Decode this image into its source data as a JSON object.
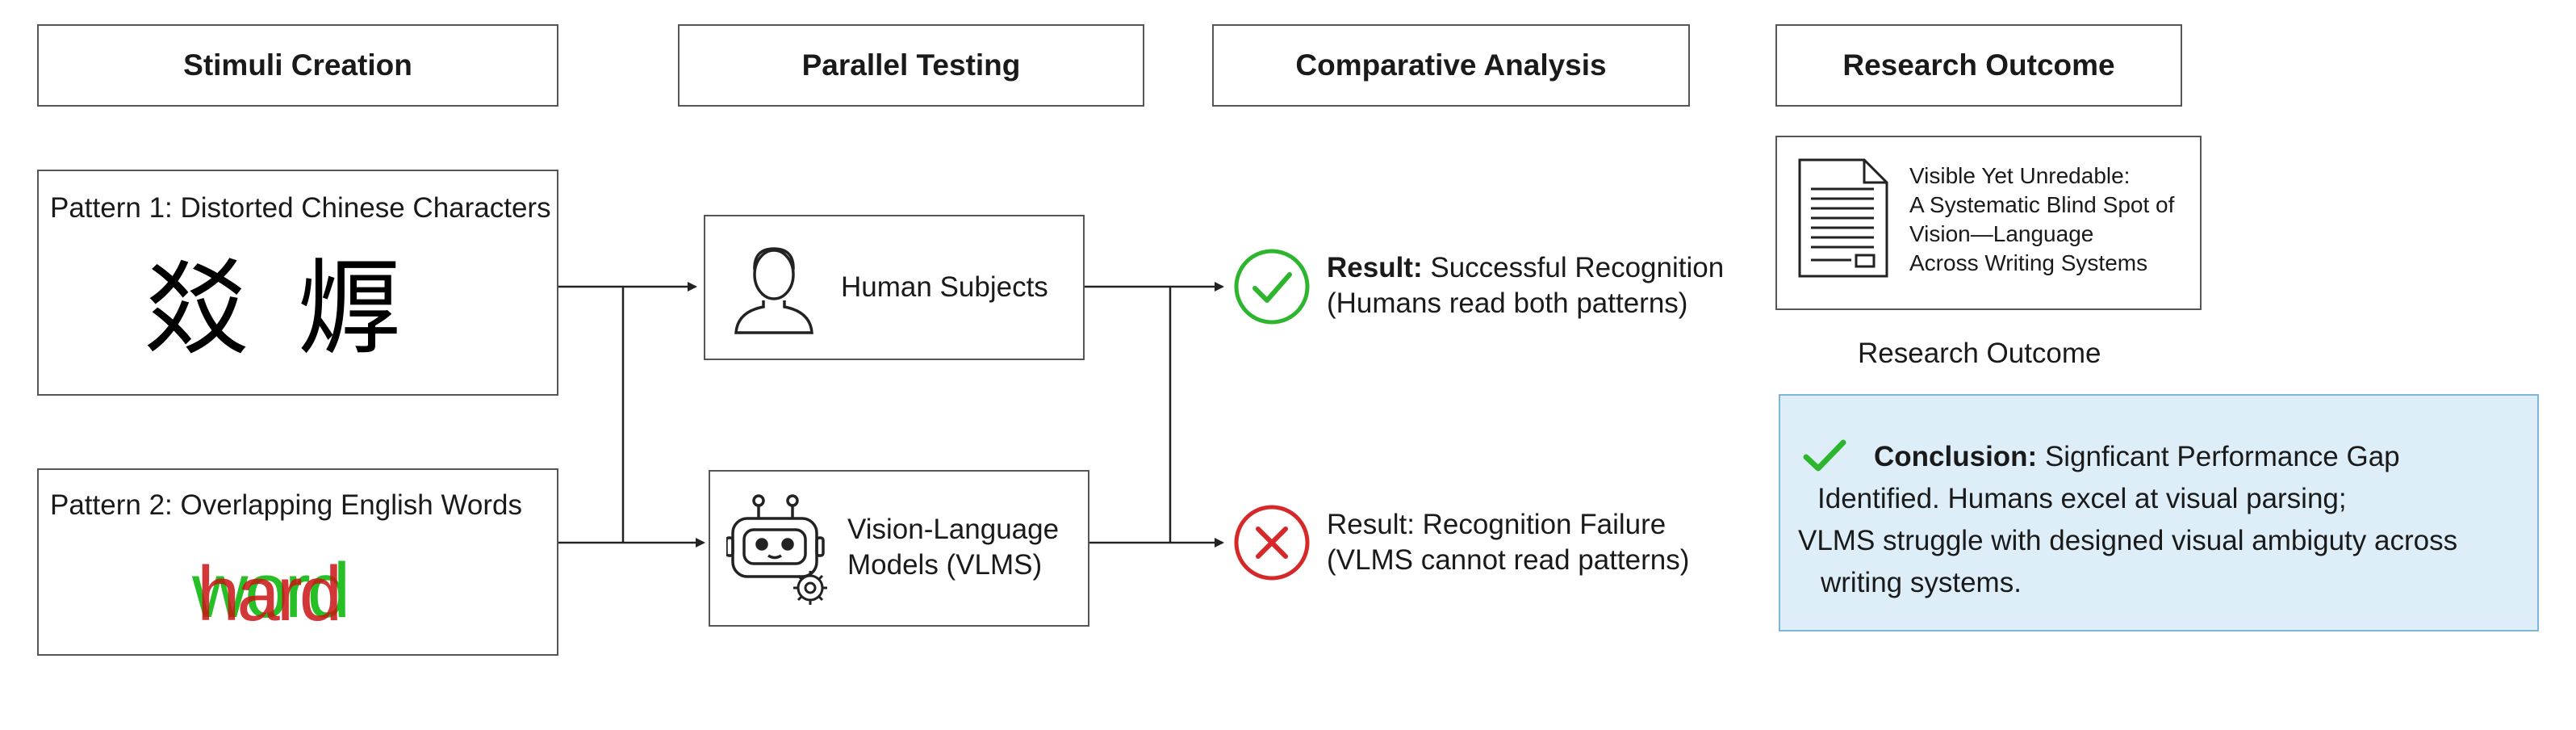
{
  "headers": {
    "stimuli": "Stimuli Creation",
    "testing": "Parallel Testing",
    "analysis": "Comparative Analysis",
    "outcome": "Research Outcome"
  },
  "pattern1": {
    "prefix": "Pattern 1:",
    "title": "Distorted Chinese Characters",
    "char1": "㸚",
    "char2": "㷞"
  },
  "pattern2": {
    "prefix": "Pattern 2:",
    "title": "Overlapping English Words",
    "word_green": "word",
    "word_red": "hard"
  },
  "human": {
    "label": "Human Subjects"
  },
  "vlm": {
    "label_line1": "Vision-Language",
    "label_line2": "Models (VLMS)"
  },
  "result_success": {
    "prefix": "Result:",
    "title": "Successful Recognition",
    "detail": "(Humans read both patterns)"
  },
  "result_failure": {
    "title": "Result: Recognition Failure",
    "detail": "(VLMS cannot read patterns)"
  },
  "paper": {
    "line1": "Visible Yet Unredable:",
    "line2": "A Systematic Blind Spot of",
    "line3": "Vision—Language",
    "line4": "Across Writing Systems"
  },
  "outcome_caption": "Research Outcome",
  "conclusion": {
    "label": "Conclusion:",
    "line1_rest": "Signficant Performance Gap",
    "line2": "Identified. Humans excel at visual parsing;",
    "line3": "VLMS struggle with designed visual ambiguty across",
    "line4": "writing systems."
  },
  "colors": {
    "success": "#2db52d",
    "failure": "#d62828",
    "conclusion_bg": "#ddeef9",
    "conclusion_border": "#7fb5d8",
    "word_green": "#26c026",
    "word_red": "#cc1414"
  }
}
